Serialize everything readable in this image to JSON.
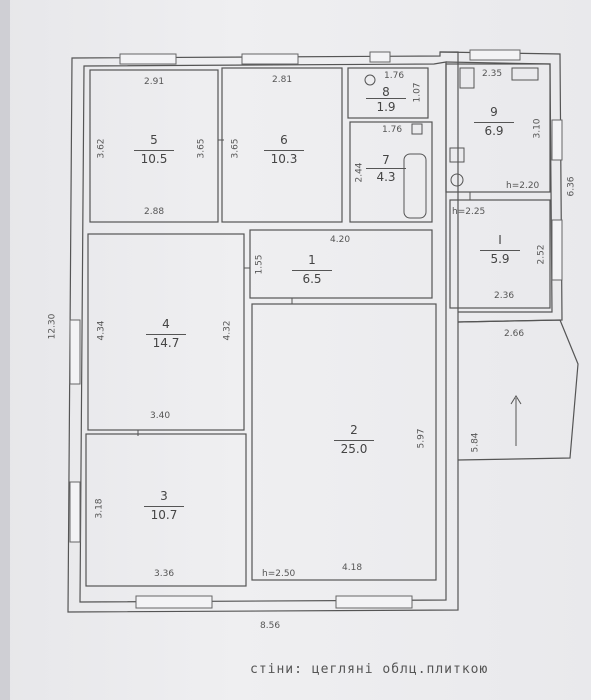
{
  "rooms": [
    {
      "id": "r1",
      "num": "1",
      "area": "6.5"
    },
    {
      "id": "r2",
      "num": "2",
      "area": "25.0"
    },
    {
      "id": "r3",
      "num": "3",
      "area": "10.7"
    },
    {
      "id": "r4",
      "num": "4",
      "area": "14.7"
    },
    {
      "id": "r5",
      "num": "5",
      "area": "10.5"
    },
    {
      "id": "r6",
      "num": "6",
      "area": "10.3"
    },
    {
      "id": "r7",
      "num": "7",
      "area": "4.3"
    },
    {
      "id": "r8",
      "num": "8",
      "area": "1.9"
    },
    {
      "id": "r9",
      "num": "9",
      "area": "6.9"
    },
    {
      "id": "rI",
      "num": "I",
      "area": "5.9"
    }
  ],
  "dims": {
    "d_2_91": "2.91",
    "d_2_81": "2.81",
    "d_1_76a": "1.76",
    "d_1_07": "1.07",
    "d_2_35": "2.35",
    "d_3_10": "3.10",
    "d_6_36": "6.36",
    "d_3_62": "3.62",
    "d_3_65a": "3.65",
    "d_3_65b": "3.65",
    "d_1_76b": "1.76",
    "d_2_44": "2.44",
    "d_h2_20": "h=2.20",
    "d_h2_25": "h=2.25",
    "d_2_88": "2.88",
    "d_4_20": "4.20",
    "d_1_55": "1.55",
    "d_2_52": "2.52",
    "d_2_36": "2.36",
    "d_2_66": "2.66",
    "d_12_30": "12.30",
    "d_4_34": "4.34",
    "d_4_32": "4.32",
    "d_3_40": "3.40",
    "d_5_97": "5.97",
    "d_5_84": "5.84",
    "d_3_18": "3.18",
    "d_3_36": "3.36",
    "d_h2_50": "h=2.50",
    "d_4_18": "4.18",
    "d_8_56": "8.56"
  },
  "caption": "стіни: цегляні облц.плиткою"
}
